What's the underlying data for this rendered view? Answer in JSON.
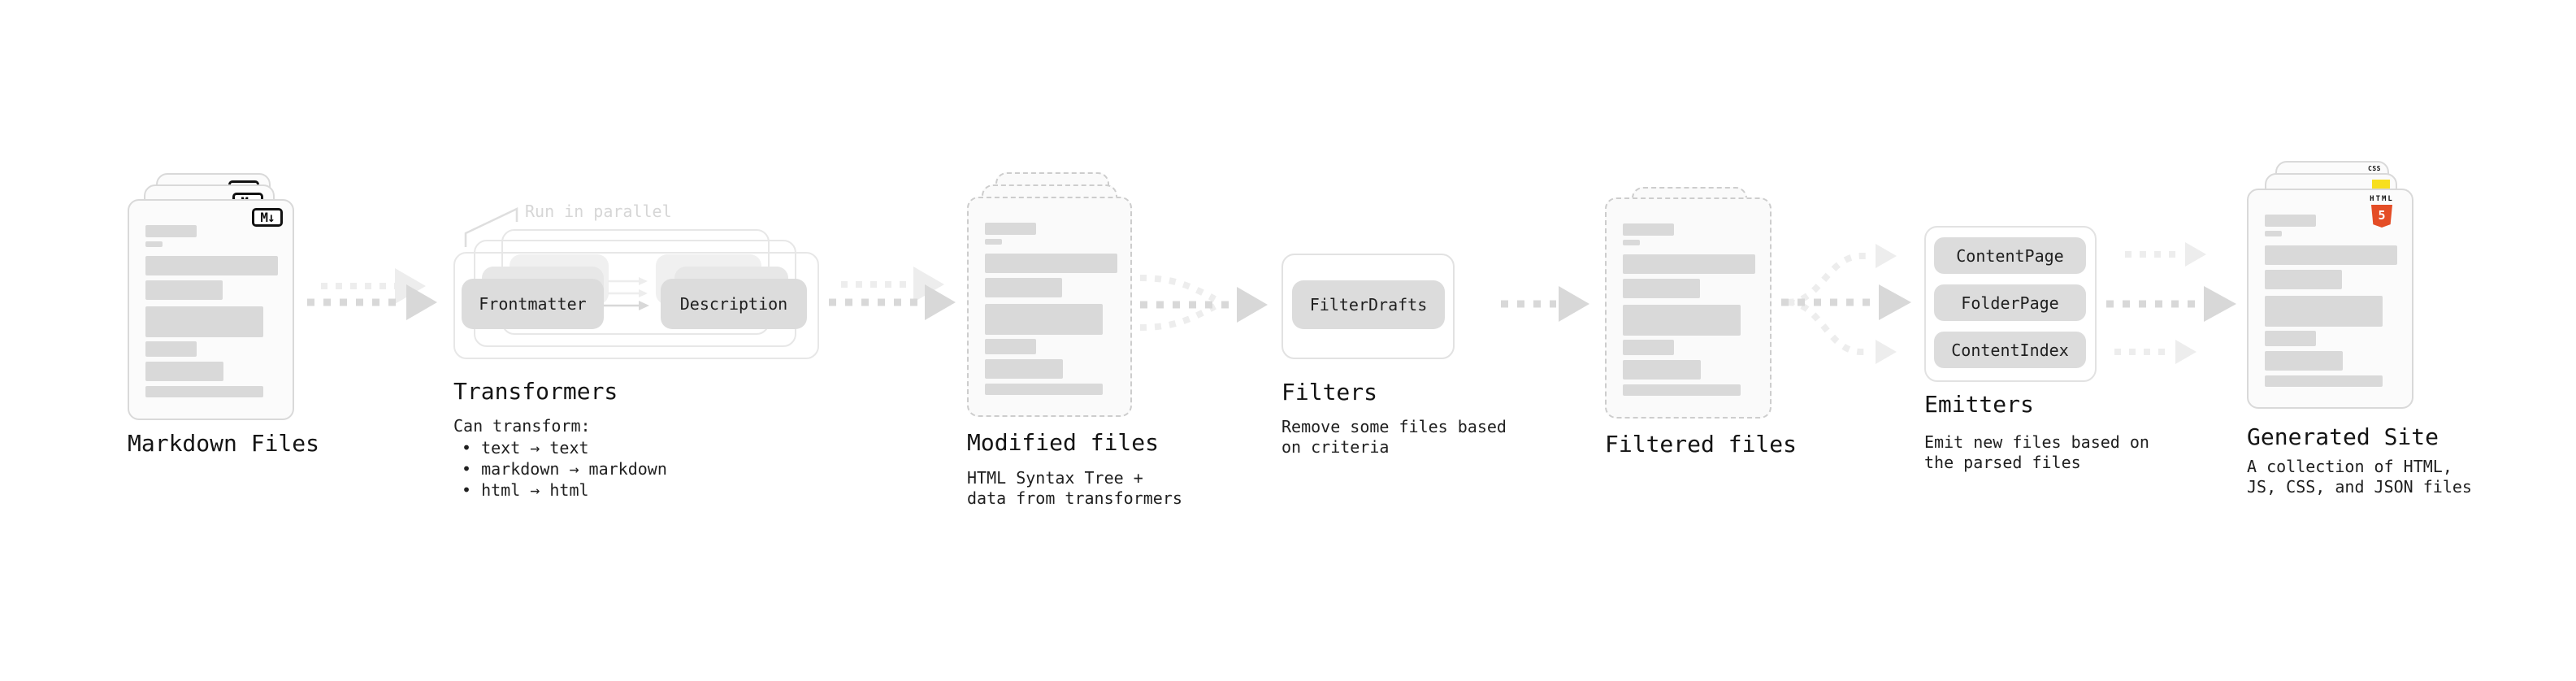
{
  "sections": {
    "markdown_files": {
      "title": "Markdown Files",
      "badge": "M↓"
    },
    "transformers": {
      "title": "Transformers",
      "annotation": "Run in parallel",
      "source_node": "Frontmatter",
      "target_node": "Description",
      "body_heading": "Can transform:",
      "bullets": [
        "• text → text",
        "• markdown → markdown",
        "• html → html"
      ]
    },
    "modified_files": {
      "title": "Modified files",
      "body": "HTML Syntax Tree +\ndata from transformers"
    },
    "filters": {
      "title": "Filters",
      "node": "FilterDrafts",
      "body": "Remove some files based\non criteria"
    },
    "filtered_files": {
      "title": "Filtered files"
    },
    "emitters": {
      "title": "Emitters",
      "nodes": [
        "ContentPage",
        "FolderPage",
        "ContentIndex"
      ],
      "body": "Emit new files based on\nthe parsed files"
    },
    "generated_site": {
      "title": "Generated Site",
      "body": "A collection of HTML,\nJS, CSS, and JSON files",
      "badge_html": "HTML",
      "badge_html_number": "5",
      "badge_css": "CSS"
    }
  },
  "file_bars": [
    [
      30,
      63,
      15
    ],
    [
      50,
      21,
      7
    ],
    [
      68,
      163,
      24
    ],
    [
      98,
      95,
      24
    ],
    [
      130,
      145,
      38
    ],
    [
      173,
      63,
      19
    ],
    [
      198,
      96,
      24
    ],
    [
      228,
      145,
      14
    ]
  ],
  "colors": {
    "arrow_dark": "#d8d8d8",
    "arrow_light": "#ededed",
    "card_border": "#d9d9d9",
    "card_bg": "#fbfbfb",
    "bar_fill": "#d9d9d9",
    "pill_bg": "#dcdcdc",
    "pill_text": "#1f1f1f",
    "box_border": "#e2e2e2",
    "annotation": "#d6d6d6",
    "title_text": "#141414",
    "body_text": "#202020",
    "html5_orange": "#e44d26",
    "js_yellow": "#f7df1e",
    "css_blue": "#2f6bf2",
    "badge_ink": "#111111"
  }
}
